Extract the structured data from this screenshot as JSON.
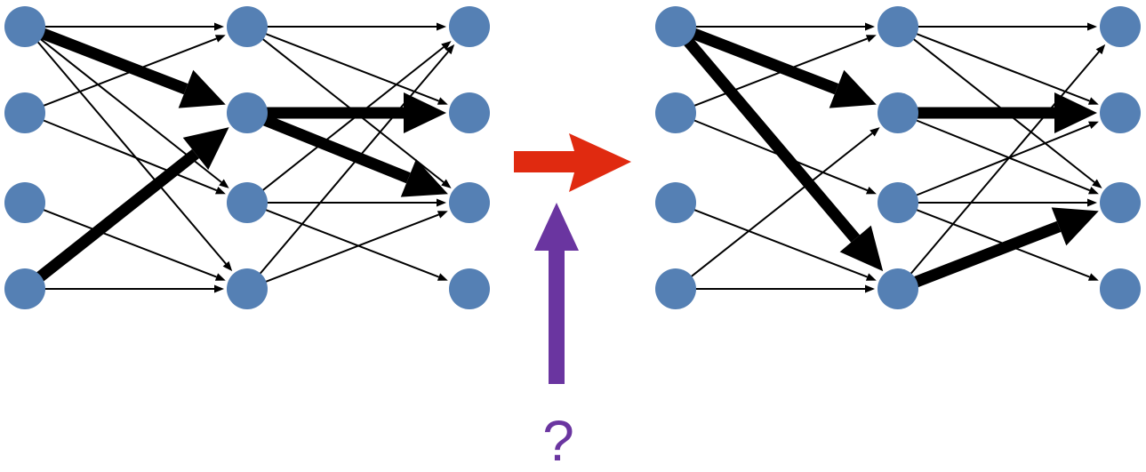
{
  "colors": {
    "node_fill": "#5580b4",
    "edge": "#000000",
    "transform_arrow": "#e02a10",
    "question_arrow": "#6a35a0"
  },
  "question_mark": "?",
  "networks": [
    {
      "id": "left",
      "layers": 3,
      "nodes_per_layer": 4,
      "thin_edges": [
        [
          [
            0,
            0
          ],
          [
            1,
            0
          ]
        ],
        [
          [
            0,
            0
          ],
          [
            1,
            2
          ]
        ],
        [
          [
            0,
            0
          ],
          [
            1,
            3
          ]
        ],
        [
          [
            0,
            1
          ],
          [
            1,
            0
          ]
        ],
        [
          [
            0,
            1
          ],
          [
            1,
            2
          ]
        ],
        [
          [
            0,
            2
          ],
          [
            1,
            3
          ]
        ],
        [
          [
            0,
            3
          ],
          [
            1,
            3
          ]
        ],
        [
          [
            1,
            0
          ],
          [
            2,
            0
          ]
        ],
        [
          [
            1,
            0
          ],
          [
            2,
            1
          ]
        ],
        [
          [
            1,
            0
          ],
          [
            2,
            2
          ]
        ],
        [
          [
            1,
            2
          ],
          [
            2,
            0
          ]
        ],
        [
          [
            1,
            2
          ],
          [
            2,
            2
          ]
        ],
        [
          [
            1,
            2
          ],
          [
            2,
            3
          ]
        ],
        [
          [
            1,
            3
          ],
          [
            2,
            0
          ]
        ],
        [
          [
            1,
            3
          ],
          [
            2,
            2
          ]
        ]
      ],
      "thick_edges": [
        [
          [
            0,
            0
          ],
          [
            1,
            1
          ]
        ],
        [
          [
            0,
            3
          ],
          [
            1,
            1
          ]
        ],
        [
          [
            1,
            1
          ],
          [
            2,
            1
          ]
        ],
        [
          [
            1,
            1
          ],
          [
            2,
            2
          ]
        ]
      ]
    },
    {
      "id": "right",
      "layers": 3,
      "nodes_per_layer": 4,
      "thin_edges": [
        [
          [
            0,
            0
          ],
          [
            1,
            0
          ]
        ],
        [
          [
            0,
            1
          ],
          [
            1,
            0
          ]
        ],
        [
          [
            0,
            1
          ],
          [
            1,
            2
          ]
        ],
        [
          [
            0,
            2
          ],
          [
            1,
            3
          ]
        ],
        [
          [
            0,
            3
          ],
          [
            1,
            1
          ]
        ],
        [
          [
            0,
            3
          ],
          [
            1,
            3
          ]
        ],
        [
          [
            1,
            0
          ],
          [
            2,
            0
          ]
        ],
        [
          [
            1,
            0
          ],
          [
            2,
            1
          ]
        ],
        [
          [
            1,
            0
          ],
          [
            2,
            2
          ]
        ],
        [
          [
            1,
            1
          ],
          [
            2,
            2
          ]
        ],
        [
          [
            1,
            2
          ],
          [
            2,
            1
          ]
        ],
        [
          [
            1,
            2
          ],
          [
            2,
            2
          ]
        ],
        [
          [
            1,
            2
          ],
          [
            2,
            3
          ]
        ],
        [
          [
            1,
            3
          ],
          [
            2,
            0
          ]
        ]
      ],
      "thick_edges": [
        [
          [
            0,
            0
          ],
          [
            1,
            1
          ]
        ],
        [
          [
            0,
            0
          ],
          [
            1,
            3
          ]
        ],
        [
          [
            1,
            1
          ],
          [
            2,
            1
          ]
        ],
        [
          [
            1,
            3
          ],
          [
            2,
            2
          ]
        ]
      ]
    }
  ]
}
